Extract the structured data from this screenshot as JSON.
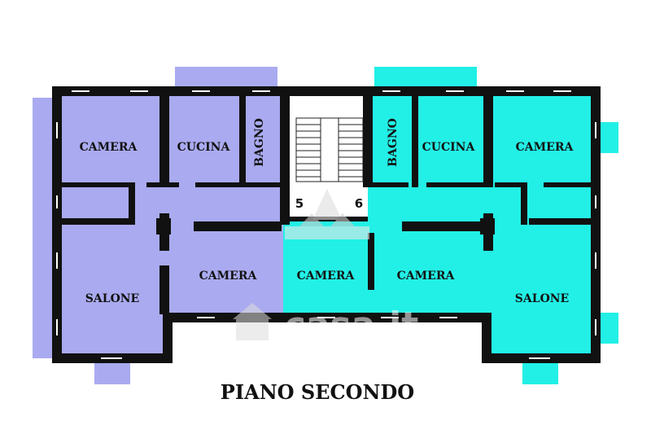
{
  "plan": {
    "title": "PIANO SECONDO",
    "colors": {
      "unit_left": "#aaaaf0",
      "unit_right": "#22f0e6",
      "wall": "#111111",
      "stair": "#ffffff"
    },
    "rooms_left": {
      "camera_top": "CAMERA",
      "cucina": "CUCINA",
      "bagno": "BAGNO",
      "salone": "SALONE",
      "camera_mid": "CAMERA"
    },
    "rooms_right": {
      "bagno": "BAGNO",
      "cucina": "CUCINA",
      "camera_top": "CAMERA",
      "camera_center_left": "CAMERA",
      "camera_center_right": "CAMERA",
      "salone": "SALONE"
    },
    "unit_numbers": {
      "left": "5",
      "right": "6"
    },
    "watermark": "casa.it",
    "icons": [
      "house-logo-icon",
      "casa-watermark-icon"
    ]
  }
}
